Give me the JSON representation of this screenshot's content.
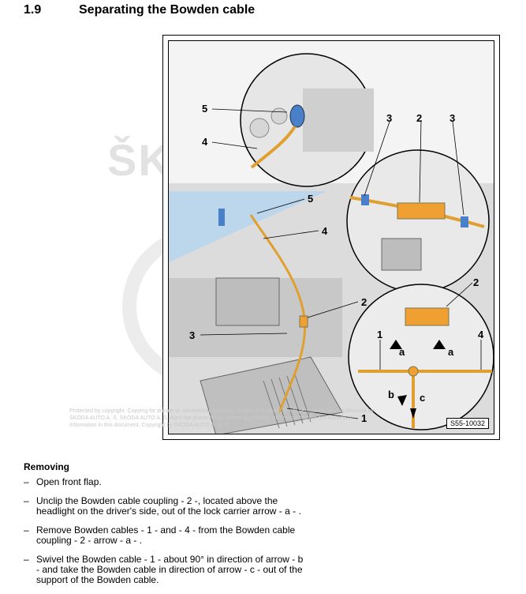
{
  "header": {
    "number": "1.9",
    "title": "Separating the Bowden cable"
  },
  "watermark": "ŠKODA",
  "copyright": "Protected by copyright. Copying for private or commercial purposes, in part or in whole, is not permitted unless authorised by ŠKODA AUTO A. S. ŠKODA AUTO A. S. does not guarantee or accept any liability with respect to the correctness of information in this document. Copyright by ŠKODA AUTO A. S. ®",
  "figure": {
    "id": "S55-10032",
    "callouts": {
      "c1": "1",
      "c2": "2",
      "c3": "3",
      "c4": "4",
      "c5": "5",
      "a": "a",
      "b": "b",
      "c": "c"
    }
  },
  "section": {
    "heading": "Removing"
  },
  "steps": [
    {
      "dash": "–",
      "text": "Open front flap."
    },
    {
      "dash": "–",
      "text": "Unclip the Bowden cable coupling - 2 -, located above the headlight on the driver's side, out of the lock carrier arrow - a - ."
    },
    {
      "dash": "–",
      "text": "Remove Bowden cables - 1 - and - 4 - from the Bowden cable coupling - 2 - arrow - a - ."
    },
    {
      "dash": "–",
      "text": "Swivel the Bowden cable - 1 - about 90° in direction of arrow - b - and take the Bowden cable in direction of arrow - c - out of the support of the Bowden cable."
    }
  ],
  "colors": {
    "cable": "#e0a030",
    "clip": "#4a7fc9",
    "coupling": "#f0a030"
  }
}
